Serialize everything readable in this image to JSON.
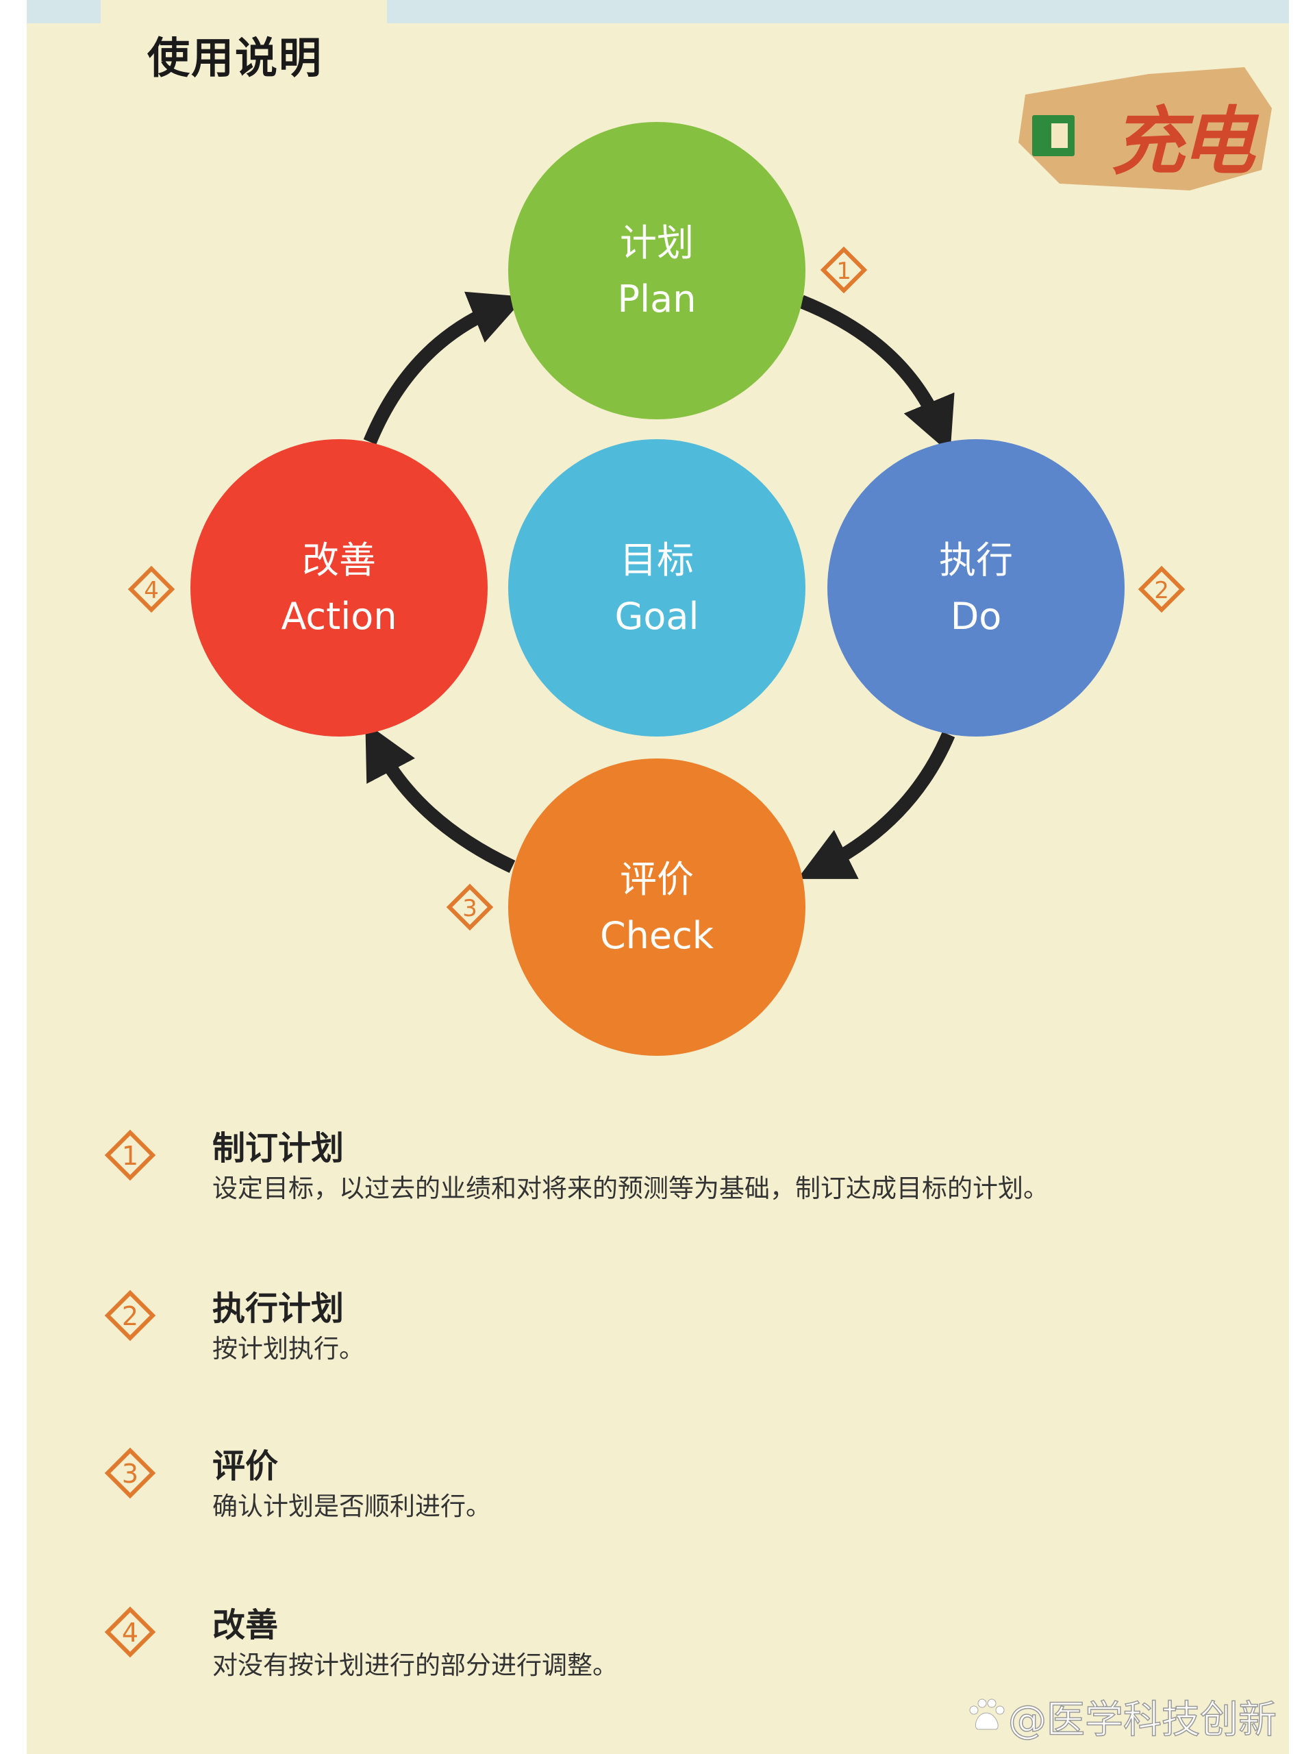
{
  "header": {
    "title": "使用说明"
  },
  "stamp": {
    "text": "充电"
  },
  "colors": {
    "plan": "#86c040",
    "do": "#5b86cc",
    "goal": "#4fbad9",
    "action": "#ee4130",
    "check": "#ec7f2a",
    "badge": "#e07a2e",
    "arrow": "#222222"
  },
  "cycle": {
    "plan": {
      "zh": "计划",
      "en": "Plan",
      "step": "1"
    },
    "do": {
      "zh": "执行",
      "en": "Do",
      "step": "2"
    },
    "check": {
      "zh": "评价",
      "en": "Check",
      "step": "3"
    },
    "action": {
      "zh": "改善",
      "en": "Action",
      "step": "4"
    },
    "goal": {
      "zh": "目标",
      "en": "Goal"
    }
  },
  "steps": [
    {
      "num": "1",
      "title": "制订计划",
      "desc": "设定目标，以过去的业绩和对将来的预测等为基础，制订达成目标的计划。"
    },
    {
      "num": "2",
      "title": "执行计划",
      "desc": "按计划执行。"
    },
    {
      "num": "3",
      "title": "评价",
      "desc": "确认计划是否顺利进行。"
    },
    {
      "num": "4",
      "title": "改善",
      "desc": "对没有按计划进行的部分进行调整。"
    }
  ],
  "watermark": "@医学科技创新"
}
